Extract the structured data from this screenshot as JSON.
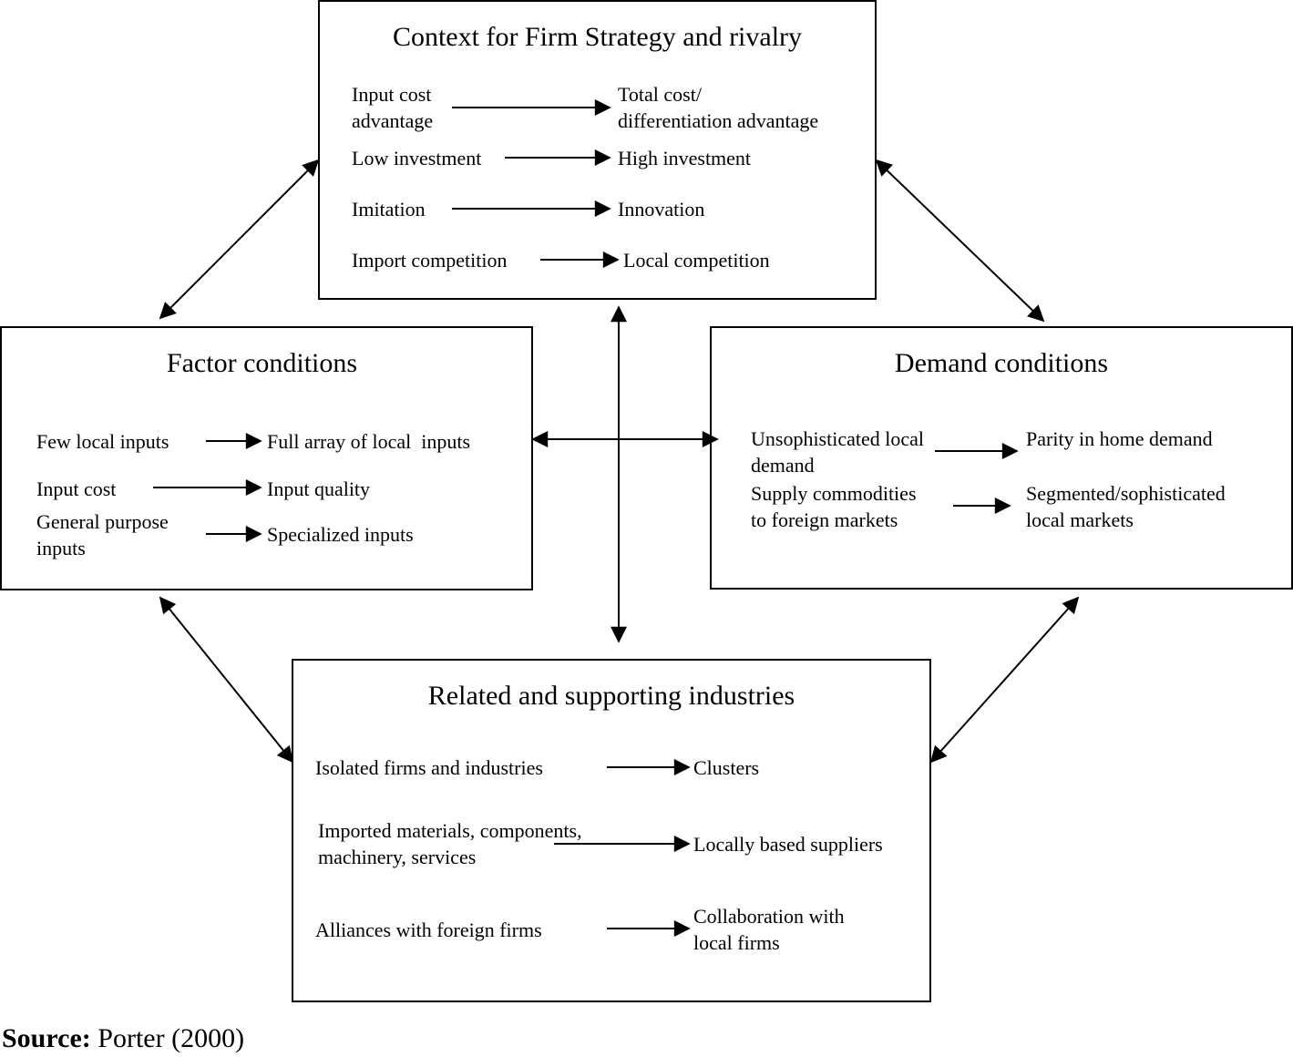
{
  "context": {
    "title": "Context for Firm Strategy and rivalry",
    "rows": [
      {
        "from": "Input cost\nadvantage",
        "to": "Total cost/\ndifferentiation advantage"
      },
      {
        "from": "Low investment",
        "to": "High investment"
      },
      {
        "from": "Imitation",
        "to": "Innovation"
      },
      {
        "from": "Import competition",
        "to": "Local competition"
      }
    ]
  },
  "factor": {
    "title": "Factor conditions",
    "rows": [
      {
        "from": "Few local inputs",
        "to": "Full array of local  inputs"
      },
      {
        "from": "Input cost",
        "to": "Input quality"
      },
      {
        "from": "General purpose\ninputs",
        "to": "Specialized inputs"
      }
    ]
  },
  "demand": {
    "title": "Demand conditions",
    "rows": [
      {
        "from": "Unsophisticated local\ndemand",
        "to": "Parity in home demand"
      },
      {
        "from": "Supply commodities\nto foreign markets",
        "to": "Segmented/sophisticated\nlocal markets"
      }
    ]
  },
  "related": {
    "title": "Related and supporting industries",
    "rows": [
      {
        "from": "Isolated firms and industries",
        "to": "Clusters"
      },
      {
        "from": "Imported materials, components,\nmachinery, services",
        "to": "Locally based suppliers"
      },
      {
        "from": "Alliances with foreign firms",
        "to": "Collaboration with\nlocal firms"
      }
    ]
  },
  "source": {
    "label": "Source:",
    "text": "Porter (2000)"
  }
}
